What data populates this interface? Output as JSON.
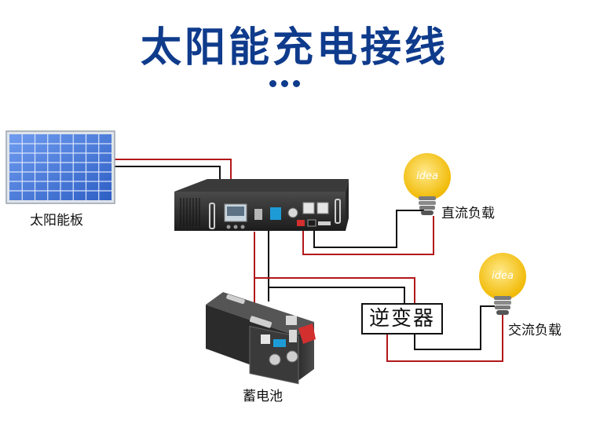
{
  "title": "太阳能充电接线",
  "labels": {
    "solar_panel": "太阳能板",
    "dc_load": "直流负载",
    "ac_load": "交流负载",
    "battery": "蓄电池",
    "inverter": "逆变器"
  },
  "bulb_text": "idea",
  "colors": {
    "title": "#0f3b8c",
    "positive_wire": "#b2181b",
    "negative_wire": "#111111",
    "panel_cell": "#3f72d8",
    "bulb": "#f4c51d"
  }
}
